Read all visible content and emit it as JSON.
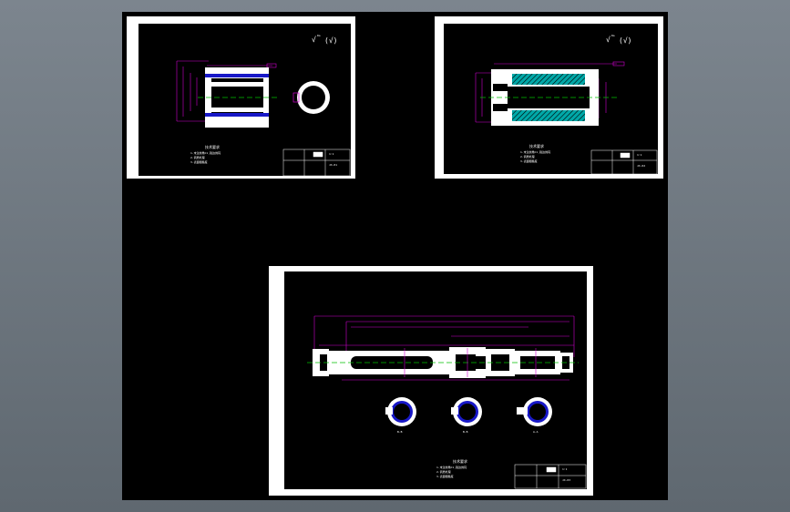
{
  "app": {
    "canvas_background": "#000000",
    "frame_color": "#ffffff",
    "dim_color": "#d000d0",
    "centerline_color": "#00c000",
    "hatch_color": "#00c8c8",
    "fill_blue": "#1818c8"
  },
  "sheets": [
    {
      "id": "sheet-sleeve",
      "roughness_symbol": "√",
      "roughness_value": "Ra",
      "roughness_tail": "(√)",
      "notes_title": "技术要求",
      "notes": [
        "1.未注倒角C1,锐边倒钝",
        "2.调质处理",
        "3.表面粗糙度"
      ],
      "titleblock": {
        "scale": "1:1",
        "drawing_no": "JX-01"
      }
    },
    {
      "id": "sheet-gear-sleeve",
      "roughness_symbol": "√",
      "roughness_value": "Ra",
      "roughness_tail": "(√)",
      "notes_title": "技术要求",
      "notes": [
        "1.未注倒角C1,锐边倒钝",
        "2.调质处理",
        "3.表面粗糙度"
      ],
      "titleblock": {
        "scale": "1:1",
        "drawing_no": "JX-02"
      }
    },
    {
      "id": "sheet-shaft",
      "notes_title": "技术要求",
      "notes": [
        "1.未注倒角C1,锐边倒钝",
        "2.调质处理",
        "3.表面粗糙度"
      ],
      "section_labels": [
        "B-B",
        "B-B",
        "A-A"
      ],
      "titleblock": {
        "scale": "1:1",
        "drawing_no": "JX-03"
      }
    }
  ]
}
